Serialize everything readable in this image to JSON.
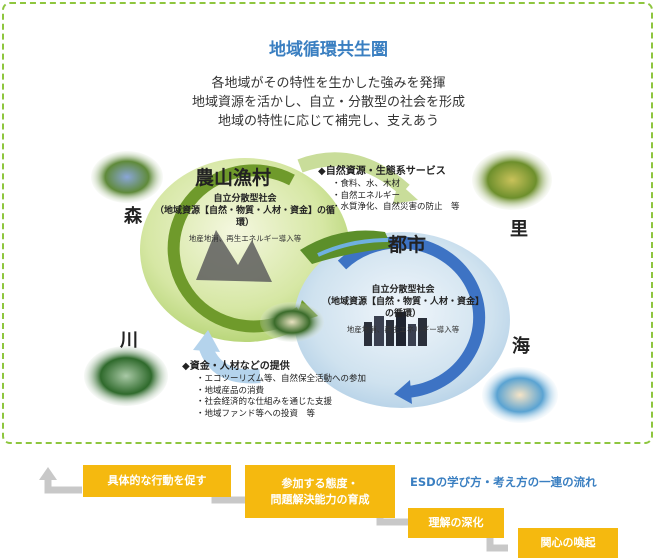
{
  "title": "地域循環共生圏",
  "lead": [
    "各地域がその特性を生かした強みを発揮",
    "地域資源を活かし、自立・分散型の社会を形成",
    "地域の特性に応じて補完し、支えあう"
  ],
  "rural": {
    "name": "農山漁村",
    "society": "自立分散型社会",
    "resources": "（地域資源【自然・物質・人材・資金】の循環）",
    "note": "地産地消、再生エネルギー導入等"
  },
  "urban": {
    "name": "都市",
    "society": "自立分散型社会",
    "resources": "（地域資源【自然・物質・人材・資金】の循環）",
    "note": "地産地消、再生エネルギー導入等"
  },
  "nature_services": {
    "head": "◆自然資源・生態系サービス",
    "items": [
      "・食料、水、木材",
      "・自然エネルギー",
      "・水質浄化、自然災害の防止　等"
    ]
  },
  "support": {
    "head": "◆資金・人材などの提供",
    "items": [
      "・エコツーリズム等、自然保全活動への参加",
      "・地域産品の消費",
      "・社会経済的な仕組みを通じた支援",
      "・地域ファンド等への投資　等"
    ]
  },
  "places": {
    "forest": "森",
    "village": "里",
    "river": "川",
    "sea": "海"
  },
  "esd_flow": "ESDの学び方・考え方の一連の流れ",
  "steps": [
    "具体的な行動を促す",
    "参加する態度・",
    "問題解決能力の育成",
    "理解の深化",
    "関心の喚起"
  ],
  "colors": {
    "accent": "#3a7fc1",
    "frame": "#8ec63f",
    "step": "#f5b90f",
    "green_arrow": "#6f9a2b",
    "blue_arrow": "#3d73c4"
  }
}
